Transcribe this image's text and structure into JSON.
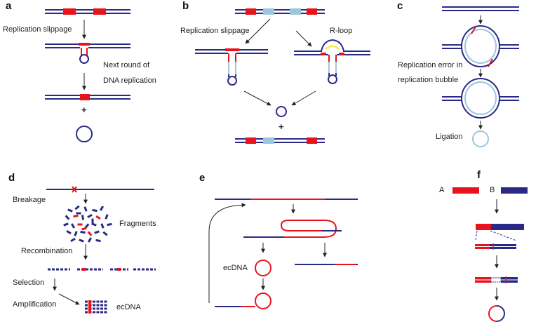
{
  "colors": {
    "dna": "#2a2a86",
    "red": "#e8141c",
    "light": "#9cc6dc",
    "yellow": "#f3ec2c",
    "arrow": "#222222"
  },
  "panels": {
    "a": {
      "letter": "a",
      "slippage": "Replication slippage",
      "next_round_1": "Next round of",
      "next_round_2": "DNA replication",
      "plus": "+"
    },
    "b": {
      "letter": "b",
      "slippage": "Replication slippage",
      "rloop": "R-loop",
      "plus": "+"
    },
    "c": {
      "letter": "c",
      "error_1": "Replication error in",
      "error_2": "replication bubble",
      "ligation": "Ligation"
    },
    "d": {
      "letter": "d",
      "breakage": "Breakage",
      "fragments": "Fragments",
      "recombination": "Recombination",
      "selection": "Selection",
      "amplification": "Amplification",
      "ecdna": "ecDNA"
    },
    "e": {
      "letter": "e",
      "ecdna": "ecDNA"
    },
    "f": {
      "letter": "f",
      "label_a": "A",
      "label_b": "B"
    }
  }
}
